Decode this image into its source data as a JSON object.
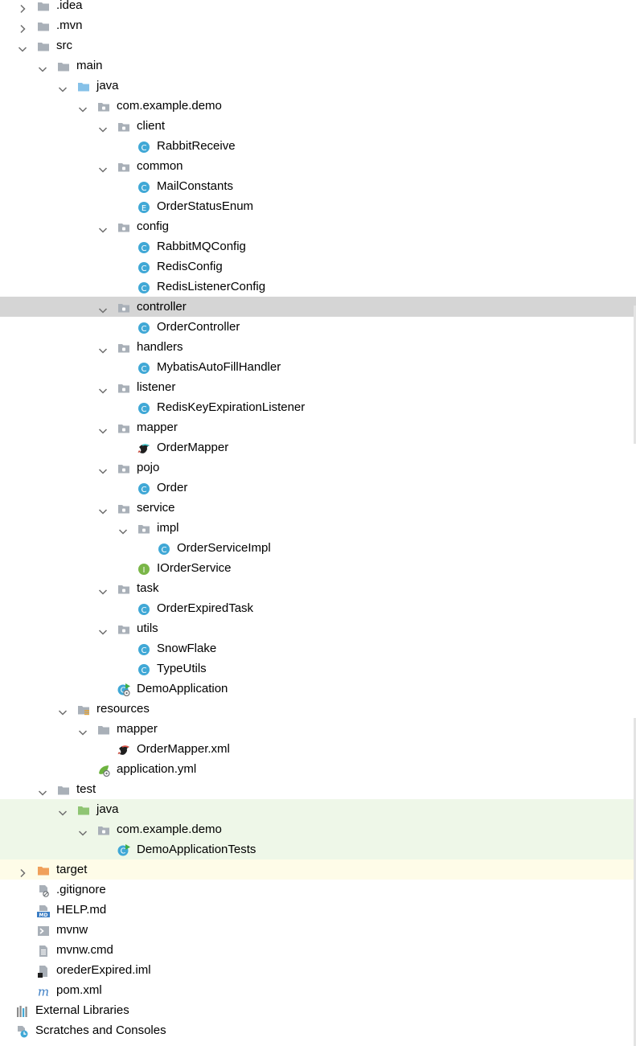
{
  "icon_colors": {
    "folder": "#a9b0b8",
    "source_folder": "#86c1e8",
    "test_folder": "#8fc573",
    "excluded_folder": "#f0a05a",
    "class": "#40a8d6",
    "interface": "#7ab648",
    "selection": "#d5d5d5",
    "test_row": "#eef7e8",
    "excluded_row": "#fefce8"
  },
  "tree": [
    {
      "label": ".idea",
      "level": 0,
      "icon": "folder-icon",
      "state": "collapsed"
    },
    {
      "label": ".mvn",
      "level": 0,
      "icon": "folder-icon",
      "state": "collapsed"
    },
    {
      "label": "src",
      "level": 0,
      "icon": "folder-icon",
      "state": "expanded"
    },
    {
      "label": "main",
      "level": 1,
      "icon": "folder-icon",
      "state": "expanded"
    },
    {
      "label": "java",
      "level": 2,
      "icon": "source-folder-icon",
      "state": "expanded"
    },
    {
      "label": "com.example.demo",
      "level": 3,
      "icon": "package-icon",
      "state": "expanded"
    },
    {
      "label": "client",
      "level": 4,
      "icon": "package-icon",
      "state": "expanded"
    },
    {
      "label": "RabbitReceive",
      "level": 5,
      "icon": "class-icon",
      "state": "leaf"
    },
    {
      "label": "common",
      "level": 4,
      "icon": "package-icon",
      "state": "expanded"
    },
    {
      "label": "MailConstants",
      "level": 5,
      "icon": "class-icon",
      "state": "leaf"
    },
    {
      "label": "OrderStatusEnum",
      "level": 5,
      "icon": "enum-icon",
      "state": "leaf"
    },
    {
      "label": "config",
      "level": 4,
      "icon": "package-icon",
      "state": "expanded"
    },
    {
      "label": "RabbitMQConfig",
      "level": 5,
      "icon": "class-icon",
      "state": "leaf"
    },
    {
      "label": "RedisConfig",
      "level": 5,
      "icon": "class-icon",
      "state": "leaf"
    },
    {
      "label": "RedisListenerConfig",
      "level": 5,
      "icon": "class-icon",
      "state": "leaf"
    },
    {
      "label": "controller",
      "level": 4,
      "icon": "package-icon",
      "state": "expanded",
      "selected": true
    },
    {
      "label": "OrderController",
      "level": 5,
      "icon": "class-icon",
      "state": "leaf"
    },
    {
      "label": "handlers",
      "level": 4,
      "icon": "package-icon",
      "state": "expanded"
    },
    {
      "label": "MybatisAutoFillHandler",
      "level": 5,
      "icon": "class-icon",
      "state": "leaf"
    },
    {
      "label": "listener",
      "level": 4,
      "icon": "package-icon",
      "state": "expanded"
    },
    {
      "label": "RedisKeyExpirationListener",
      "level": 5,
      "icon": "class-icon",
      "state": "leaf"
    },
    {
      "label": "mapper",
      "level": 4,
      "icon": "package-icon",
      "state": "expanded"
    },
    {
      "label": "OrderMapper",
      "level": 5,
      "icon": "mybatis-icon",
      "state": "leaf"
    },
    {
      "label": "pojo",
      "level": 4,
      "icon": "package-icon",
      "state": "expanded"
    },
    {
      "label": "Order",
      "level": 5,
      "icon": "class-icon",
      "state": "leaf"
    },
    {
      "label": "service",
      "level": 4,
      "icon": "package-icon",
      "state": "expanded"
    },
    {
      "label": "impl",
      "level": 5,
      "icon": "package-icon",
      "state": "expanded"
    },
    {
      "label": "OrderServiceImpl",
      "level": 6,
      "icon": "class-icon",
      "state": "leaf"
    },
    {
      "label": "IOrderService",
      "level": 5,
      "icon": "interface-icon",
      "state": "leaf"
    },
    {
      "label": "task",
      "level": 4,
      "icon": "package-icon",
      "state": "expanded"
    },
    {
      "label": "OrderExpiredTask",
      "level": 5,
      "icon": "class-icon",
      "state": "leaf"
    },
    {
      "label": "utils",
      "level": 4,
      "icon": "package-icon",
      "state": "expanded"
    },
    {
      "label": "SnowFlake",
      "level": 5,
      "icon": "class-icon",
      "state": "leaf"
    },
    {
      "label": "TypeUtils",
      "level": 5,
      "icon": "class-icon",
      "state": "leaf"
    },
    {
      "label": "DemoApplication",
      "level": 4,
      "icon": "spring-boot-class-icon",
      "state": "leaf"
    },
    {
      "label": "resources",
      "level": 2,
      "icon": "resources-folder-icon",
      "state": "expanded"
    },
    {
      "label": "mapper",
      "level": 3,
      "icon": "folder-icon",
      "state": "expanded"
    },
    {
      "label": "OrderMapper.xml",
      "level": 4,
      "icon": "mybatis-xml-icon",
      "state": "leaf"
    },
    {
      "label": "application.yml",
      "level": 3,
      "icon": "spring-yml-icon",
      "state": "leaf"
    },
    {
      "label": "test",
      "level": 1,
      "icon": "folder-icon",
      "state": "expanded"
    },
    {
      "label": "java",
      "level": 2,
      "icon": "test-folder-icon",
      "state": "expanded",
      "test": true
    },
    {
      "label": "com.example.demo",
      "level": 3,
      "icon": "package-icon",
      "state": "expanded",
      "test": true
    },
    {
      "label": "DemoApplicationTests",
      "level": 4,
      "icon": "test-class-icon",
      "state": "leaf",
      "test": true
    },
    {
      "label": "target",
      "level": 0,
      "icon": "excluded-folder-icon",
      "state": "collapsed",
      "excluded": true
    },
    {
      "label": ".gitignore",
      "level": 0,
      "icon": "ignore-file-icon",
      "state": "leaf"
    },
    {
      "label": "HELP.md",
      "level": 0,
      "icon": "markdown-file-icon",
      "state": "leaf"
    },
    {
      "label": "mvnw",
      "level": 0,
      "icon": "shell-file-icon",
      "state": "leaf"
    },
    {
      "label": "mvnw.cmd",
      "level": 0,
      "icon": "text-file-icon",
      "state": "leaf"
    },
    {
      "label": "orederExpired.iml",
      "level": 0,
      "icon": "iml-file-icon",
      "state": "leaf"
    },
    {
      "label": "pom.xml",
      "level": 0,
      "icon": "maven-icon",
      "state": "leaf"
    },
    {
      "label": "External Libraries",
      "level": -1,
      "icon": "libraries-icon",
      "state": "leaf"
    },
    {
      "label": "Scratches and Consoles",
      "level": -1,
      "icon": "scratches-icon",
      "state": "leaf"
    }
  ]
}
